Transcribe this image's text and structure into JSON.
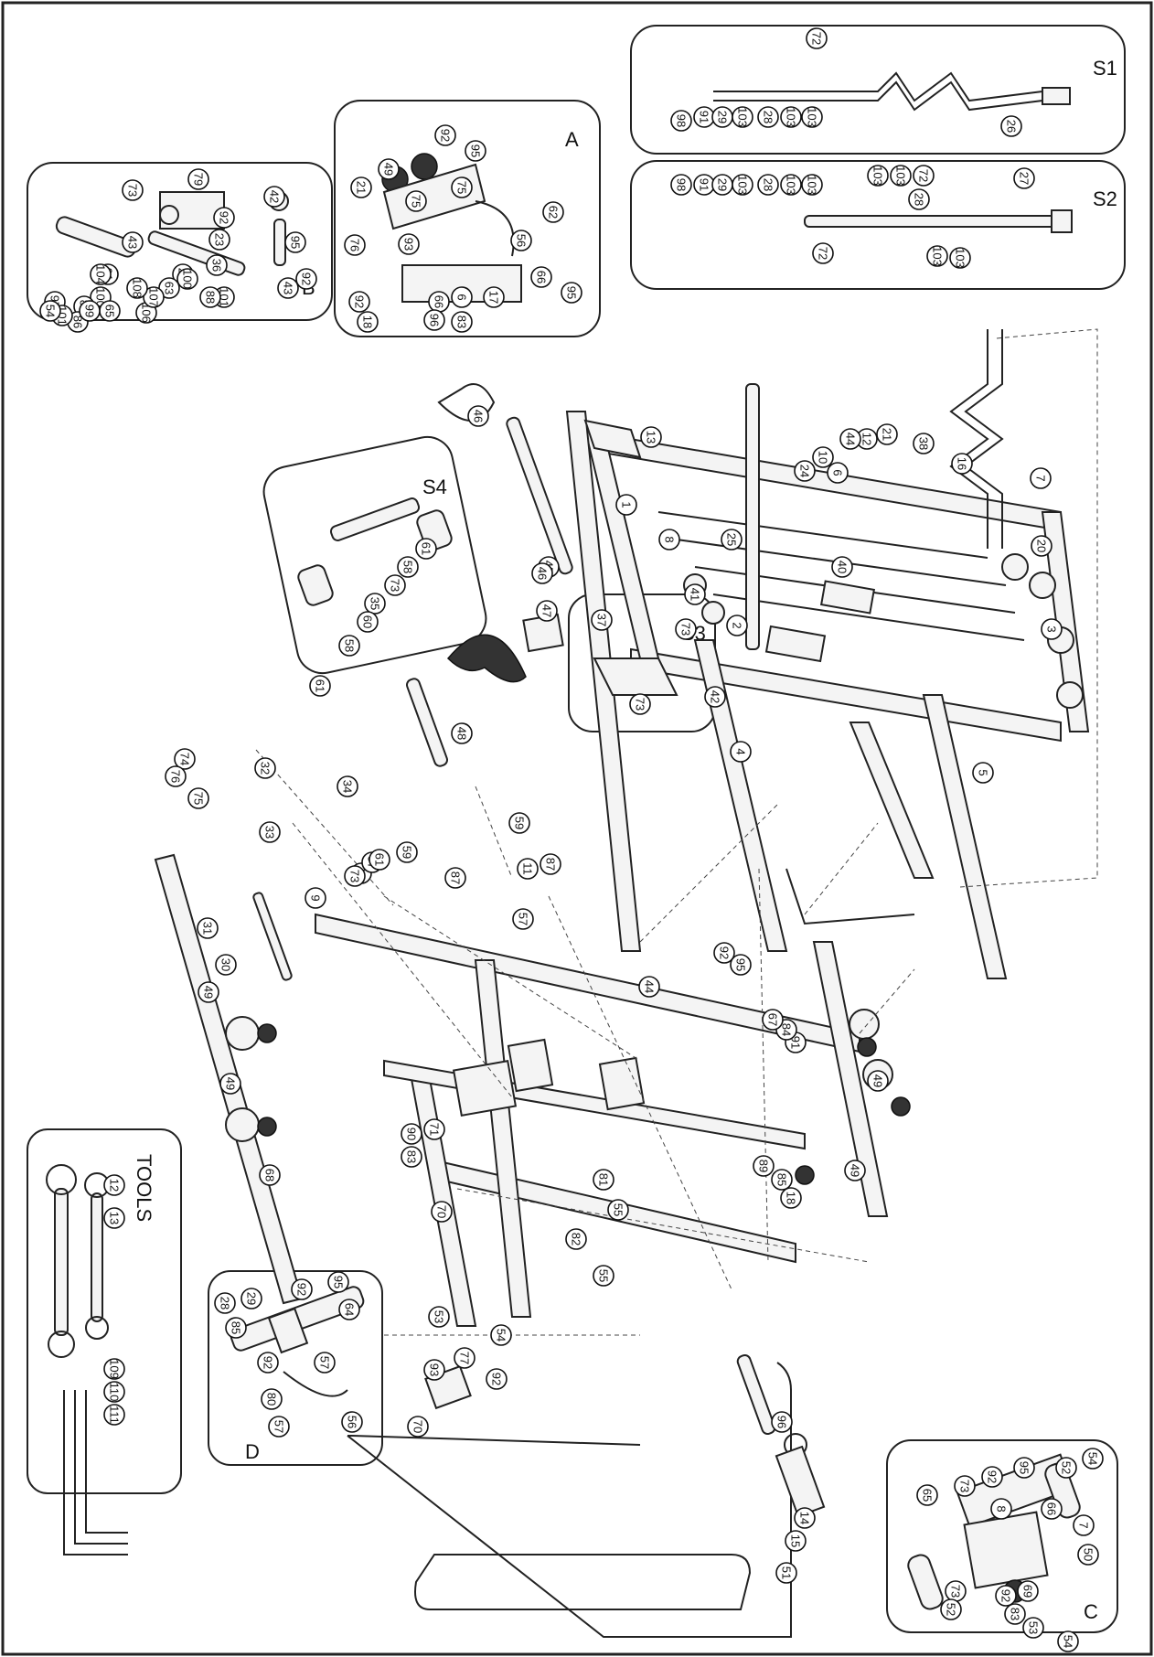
{
  "panels": {
    "tools_title": "TOOLS",
    "detail_a": "A",
    "detail_b": "B",
    "detail_c": "C",
    "detail_d": "D",
    "detail_s1": "S1",
    "detail_s2": "S2",
    "detail_s3": "S3",
    "detail_s4": "S4"
  },
  "main_labels": [
    "1",
    "2",
    "3",
    "4",
    "5",
    "6",
    "7",
    "8",
    "10",
    "12",
    "13",
    "16",
    "20",
    "21",
    "24",
    "25",
    "38",
    "40",
    "41",
    "42",
    "44",
    "44",
    "45",
    "46",
    "46",
    "47",
    "48",
    "59",
    "59",
    "11",
    "9",
    "19",
    "87",
    "87",
    "87",
    "92",
    "95",
    "30",
    "31",
    "32",
    "33",
    "34",
    "61",
    "73",
    "74",
    "75",
    "76",
    "93",
    "96",
    "14",
    "15",
    "51",
    "53",
    "54",
    "57",
    "70",
    "70",
    "77",
    "92",
    "55",
    "55",
    "82",
    "81",
    "49",
    "49",
    "49",
    "49",
    "91",
    "84",
    "67",
    "85",
    "89",
    "90",
    "71",
    "83",
    "68",
    "18"
  ],
  "frame_labels": {
    "upright_front": "1",
    "base_back": "2",
    "upright_rear": "3",
    "foot_left": "4",
    "foot_right": "5",
    "chain_frame": "6",
    "guide_rod": "7",
    "carriage": "8",
    "cable": "18",
    "bar_s1": "S1",
    "bar_s2": "S2",
    "handle_s3": "S3",
    "handle_s4": "S4"
  },
  "detail_labels": {
    "a": [
      "92",
      "95",
      "49",
      "21",
      "75",
      "75",
      "62",
      "76",
      "93",
      "56",
      "92",
      "66",
      "6",
      "17",
      "66",
      "95",
      "96",
      "18",
      "83"
    ],
    "b": [
      "79",
      "73",
      "92",
      "42",
      "43",
      "43",
      "23",
      "91",
      "100",
      "89",
      "86",
      "36",
      "22",
      "97",
      "101",
      "88",
      "63",
      "104",
      "92",
      "95",
      "65",
      "100",
      "101",
      "99",
      "106",
      "107",
      "108",
      "54"
    ],
    "c": [
      "54",
      "52",
      "73",
      "95",
      "92",
      "65",
      "8",
      "66",
      "7",
      "50",
      "73",
      "69",
      "52",
      "92",
      "83",
      "53",
      "54"
    ],
    "d": [
      "28",
      "85",
      "29",
      "92",
      "95",
      "64",
      "92",
      "57",
      "80",
      "57",
      "56"
    ],
    "s1": [
      "72",
      "98",
      "91",
      "29",
      "103",
      "28",
      "103",
      "103",
      "26"
    ],
    "s2": [
      "98",
      "91",
      "29",
      "103",
      "28",
      "103",
      "103",
      "103",
      "103",
      "72",
      "28",
      "27",
      "72",
      "103",
      "103"
    ],
    "s3": [
      "37",
      "73",
      "73"
    ],
    "s4": [
      "61",
      "58",
      "73",
      "35",
      "60",
      "58",
      "61"
    ],
    "tools": [
      "12",
      "13",
      "109",
      "110",
      "111"
    ]
  }
}
